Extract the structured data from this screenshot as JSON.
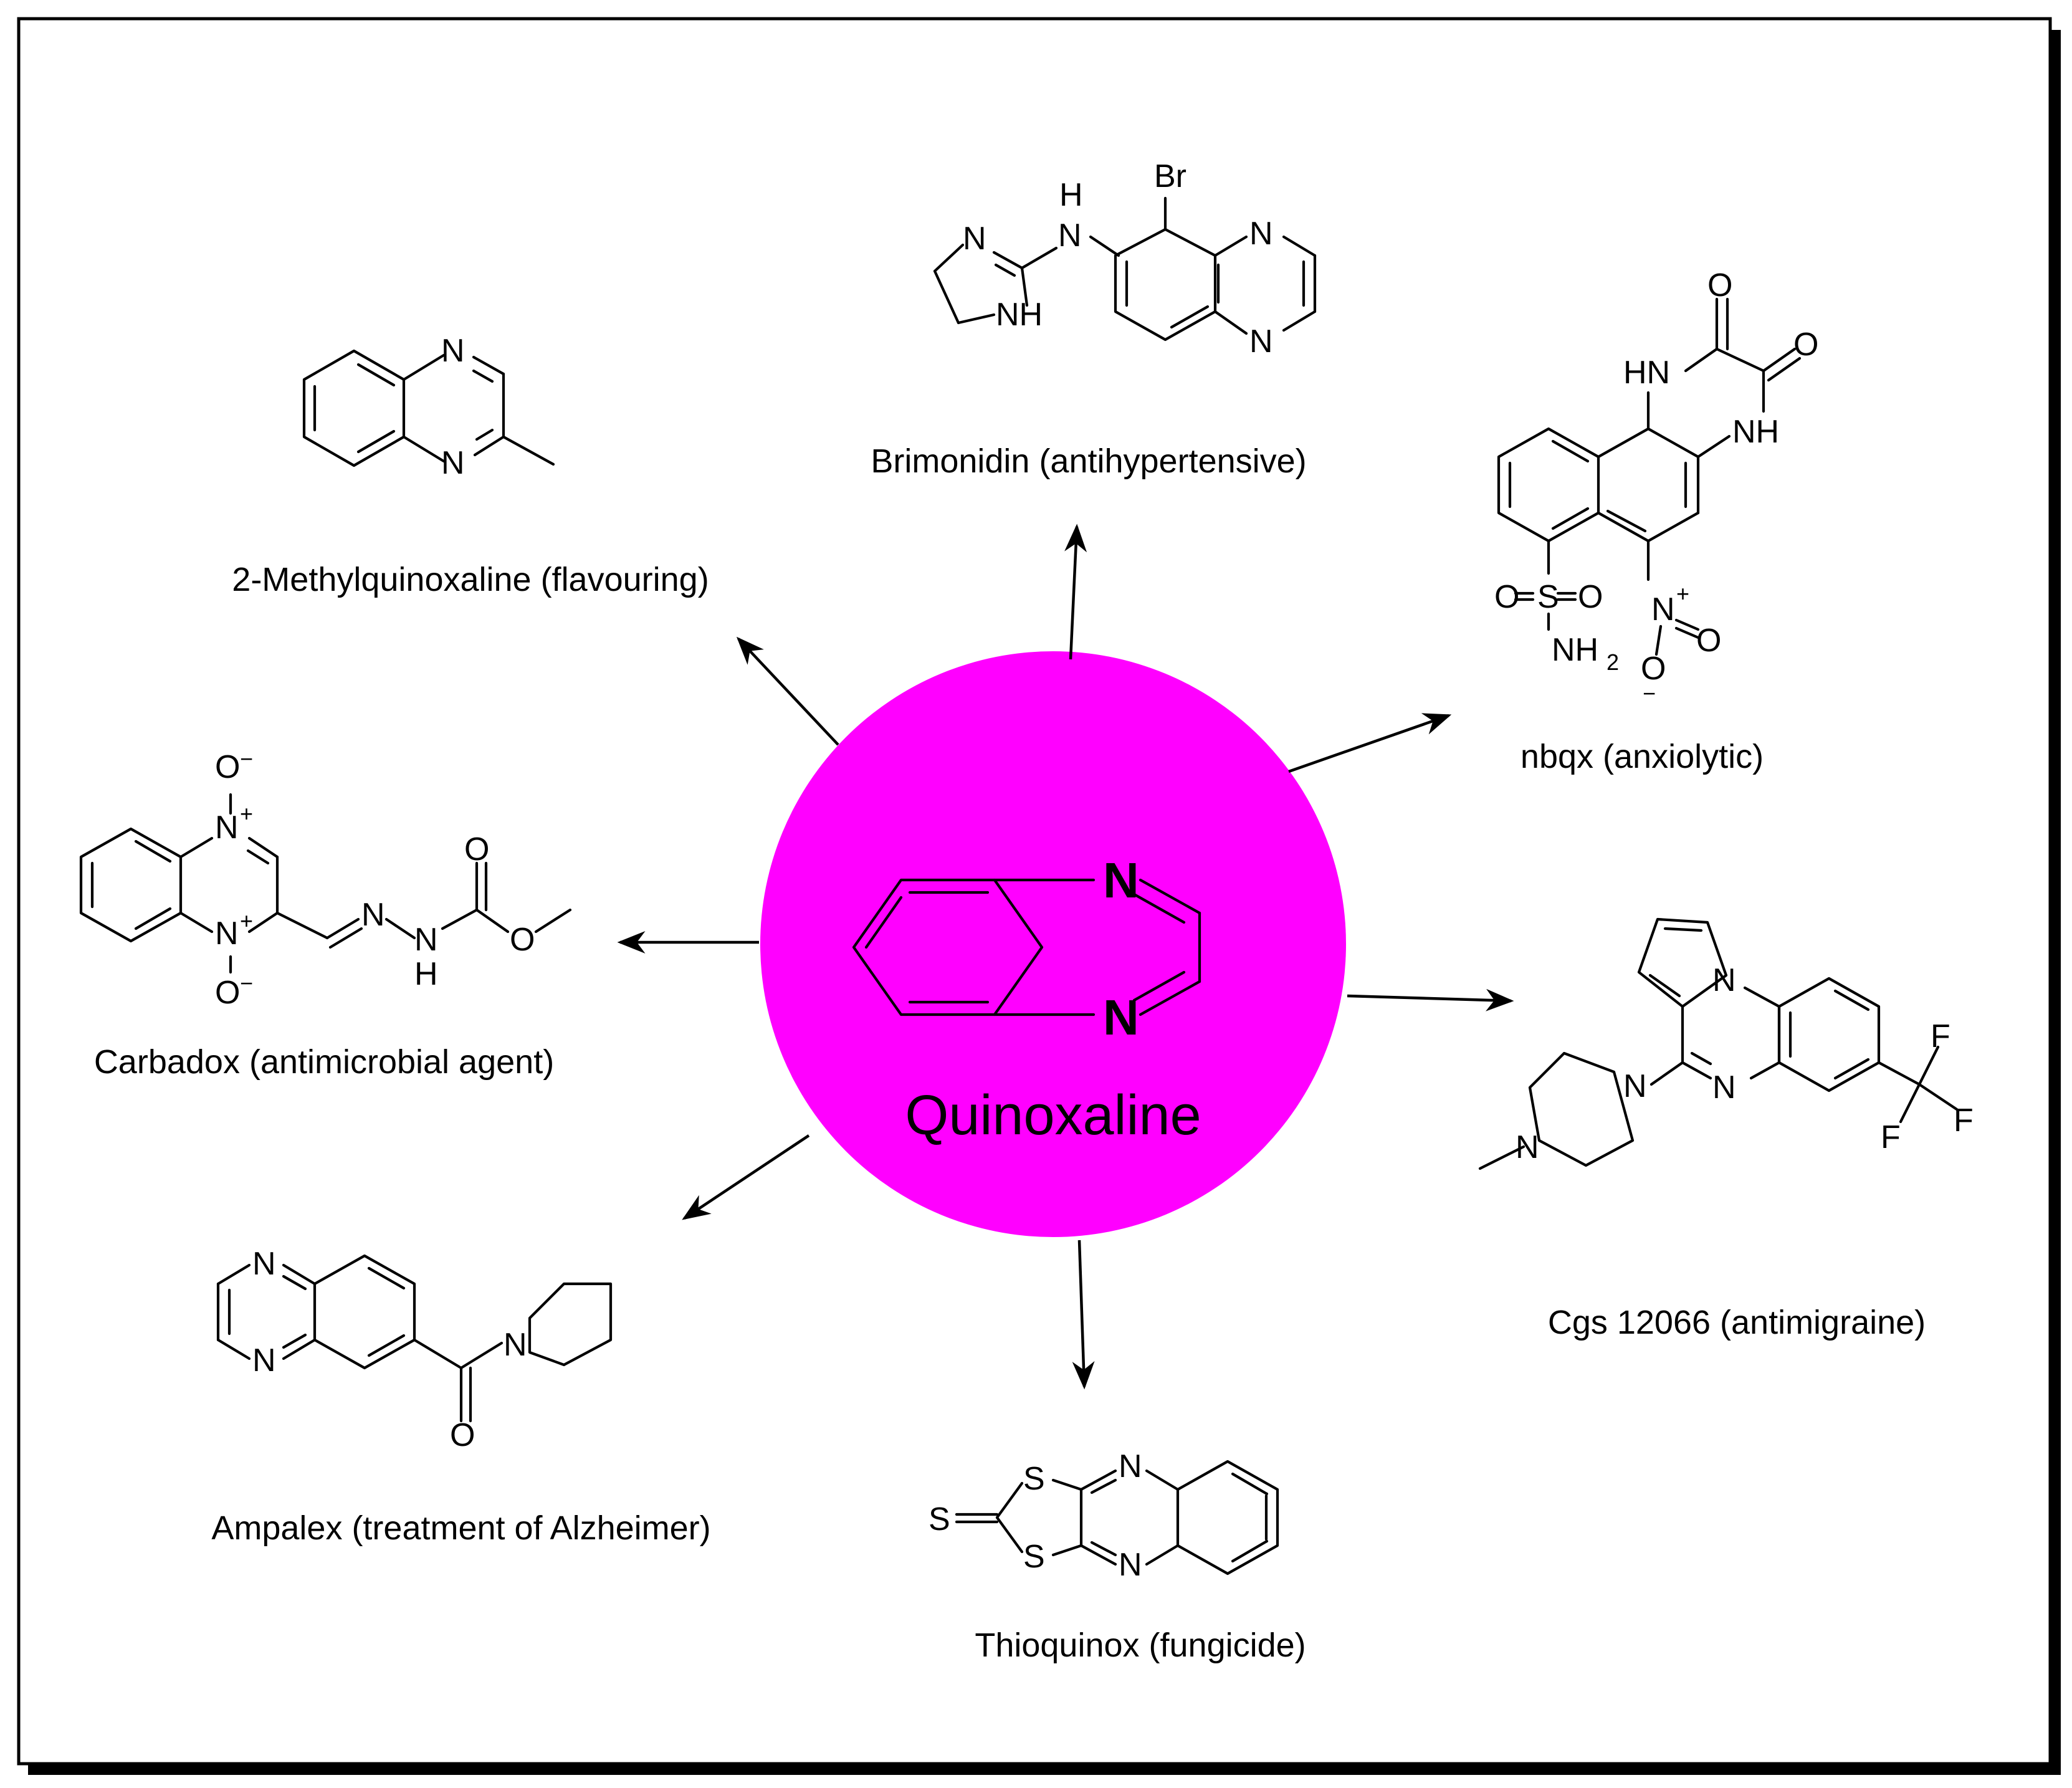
{
  "colors": {
    "hub_fill": "#ff00ff",
    "ink": "#000000",
    "background": "#ffffff"
  },
  "hub": {
    "title": "Quinoxaline",
    "atom_n": "N"
  },
  "compounds": [
    {
      "id": "methylquinoxaline",
      "caption": "2-Methylquinoxaline (flavouring)"
    },
    {
      "id": "brimonidin",
      "caption": "Brimonidin (antihypertensive)"
    },
    {
      "id": "nbqx",
      "caption": "nbqx (anxiolytic)"
    },
    {
      "id": "cgs12066",
      "caption": "Cgs 12066 (antimigraine)"
    },
    {
      "id": "thioquinox",
      "caption": "Thioquinox (fungicide)"
    },
    {
      "id": "ampalex",
      "caption": "Ampalex (treatment of Alzheimer)"
    },
    {
      "id": "carbadox",
      "caption": "Carbadox (antimicrobial agent)"
    }
  ],
  "atom_labels": {
    "N": "N",
    "NH": "NH",
    "HN": "HN",
    "H": "H",
    "Br": "Br",
    "O": "O",
    "S": "S",
    "F": "F",
    "plus": "+",
    "minus": "−",
    "two": "2"
  }
}
